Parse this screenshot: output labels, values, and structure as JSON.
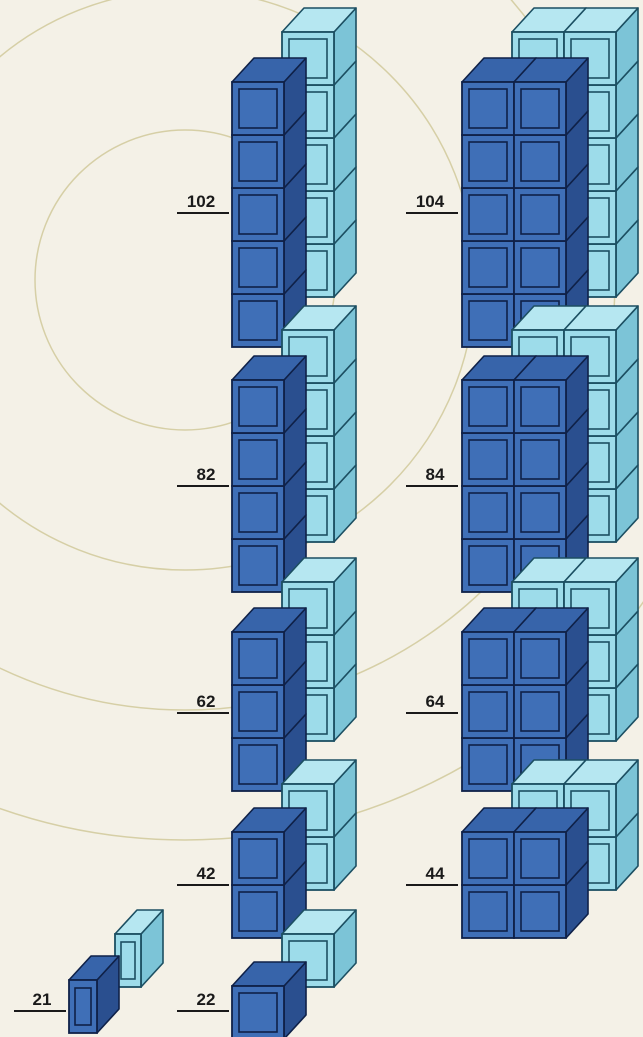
{
  "colors": {
    "background": "#f4f1e7",
    "arc": "#d6cfa6",
    "dark_front": "#3f6fb7",
    "dark_top": "#3764aa",
    "dark_side": "#2a4f8f",
    "dark_outline": "#0f2148",
    "light_front": "#9ddcea",
    "light_top": "#b6e7f1",
    "light_side": "#7cc4d7",
    "light_outline": "#1c4f62"
  },
  "stacks": [
    {
      "id": "102",
      "label": "102",
      "layers": 5,
      "width": 1,
      "back_layers": 5,
      "back_width": 1
    },
    {
      "id": "104",
      "label": "104",
      "layers": 5,
      "width": 2,
      "back_layers": 5,
      "back_width": 2
    },
    {
      "id": "82",
      "label": "82",
      "layers": 4,
      "width": 1,
      "back_layers": 4,
      "back_width": 1
    },
    {
      "id": "84",
      "label": "84",
      "layers": 4,
      "width": 2,
      "back_layers": 4,
      "back_width": 2
    },
    {
      "id": "62",
      "label": "62",
      "layers": 3,
      "width": 1,
      "back_layers": 3,
      "back_width": 1
    },
    {
      "id": "64",
      "label": "64",
      "layers": 3,
      "width": 2,
      "back_layers": 3,
      "back_width": 2
    },
    {
      "id": "42",
      "label": "42",
      "layers": 2,
      "width": 1,
      "back_layers": 2,
      "back_width": 1
    },
    {
      "id": "44",
      "label": "44",
      "layers": 2,
      "width": 2,
      "back_layers": 2,
      "back_width": 2
    },
    {
      "id": "22",
      "label": "22",
      "layers": 1,
      "width": 1,
      "back_layers": 1,
      "back_width": 1
    },
    {
      "id": "21",
      "label": "21",
      "layers": 1,
      "width": 1,
      "back_layers": 1,
      "back_width": 1
    }
  ]
}
